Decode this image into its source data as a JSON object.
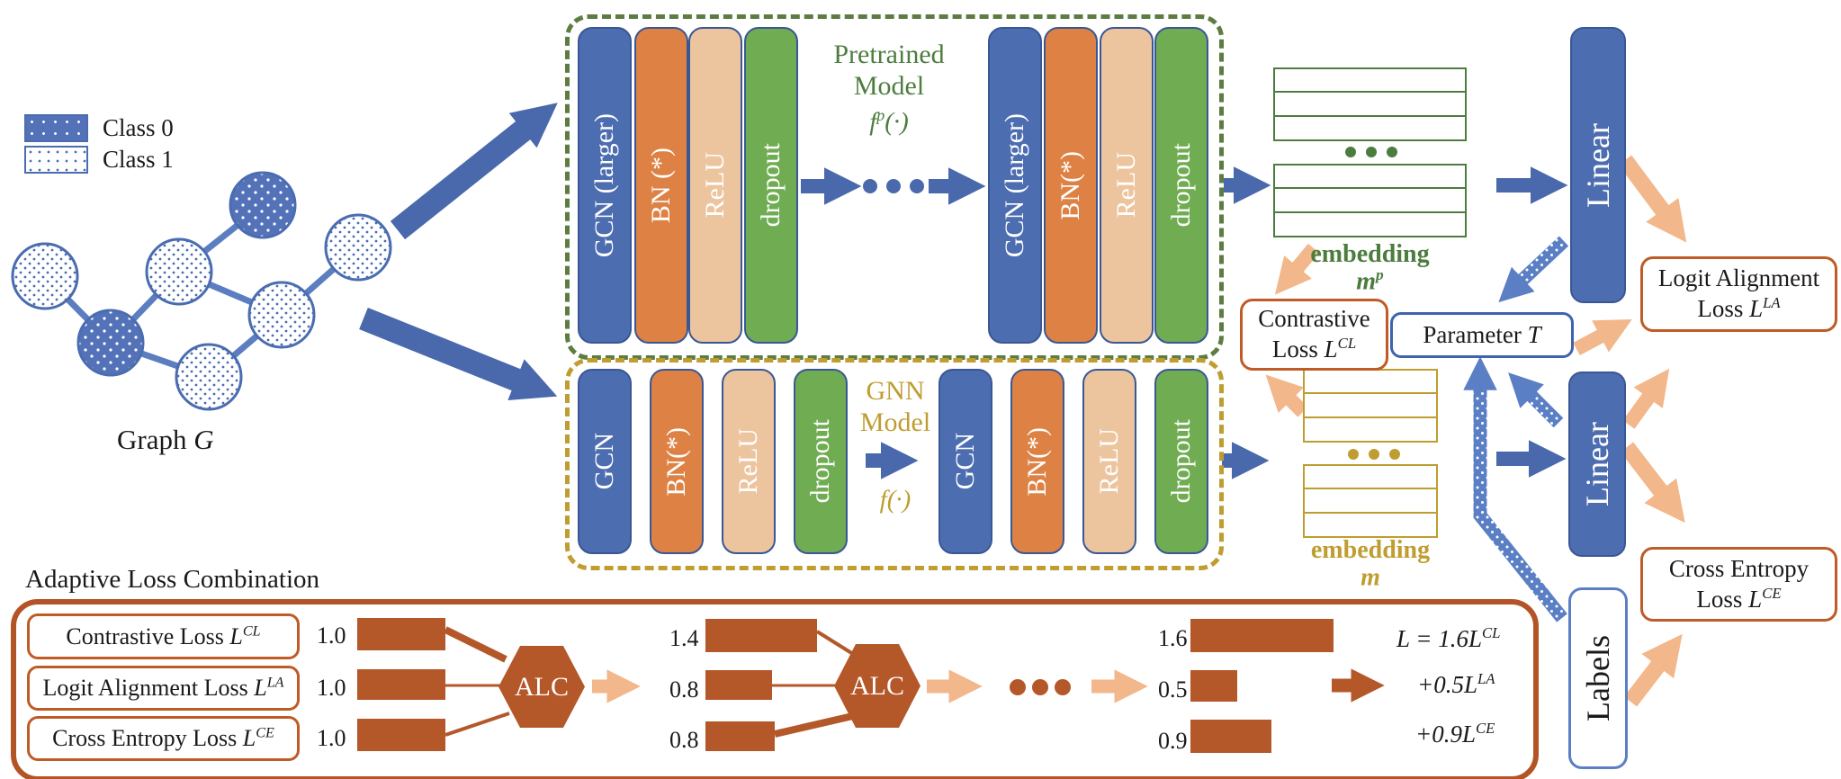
{
  "colors": {
    "blue": "#4d6db1",
    "orange": "#dd8244",
    "peach_bar": "#ecc49e",
    "green_bar": "#70ac52",
    "green_dash": "#5d7c42",
    "green_text": "#4c7d3f",
    "gold": "#bf9d30",
    "dark_orange": "#b4582a",
    "loss_border": "#bf5b25",
    "arrow_blue": "#4a69ac",
    "arrow_peach": "#f2b78a",
    "dotted_blue": "#5b7fc4"
  },
  "legend": {
    "class0": "Class 0",
    "class1": "Class 1"
  },
  "graph": {
    "label": {
      "text": "Graph",
      "var": "G"
    }
  },
  "pretrained_box": {
    "title_lines": [
      "Pretrained",
      "Model"
    ],
    "fn": {
      "f": "f",
      "sup": "p",
      "args": "(·)"
    },
    "layers1": [
      "GCN (larger)",
      "BN (*)",
      "ReLU",
      "dropout"
    ],
    "layers2": [
      "GCN (larger)",
      "BN(*)",
      "ReLU",
      "dropout"
    ]
  },
  "gnn_box": {
    "title_lines": [
      "GNN",
      "Model"
    ],
    "fn": {
      "f": "f",
      "sup": "",
      "args": "(·)"
    },
    "layers1": [
      "GCN",
      "BN(*)",
      "ReLU",
      "dropout"
    ],
    "layers2": [
      "GCN",
      "BN(*)",
      "ReLU",
      "dropout"
    ]
  },
  "embeddings": {
    "pretrained": {
      "label": "embedding",
      "var": "m",
      "sup": "p"
    },
    "gnn": {
      "label": "embedding",
      "var": "m",
      "sup": ""
    }
  },
  "boxes": {
    "contrastive": {
      "line1": "Contrastive",
      "line2": "Loss",
      "var": "L",
      "sup": "CL"
    },
    "parameter": {
      "text": "Parameter",
      "var": "T"
    },
    "logit": {
      "line1": "Logit Alignment",
      "line2": "Loss",
      "var": "L",
      "sup": "LA"
    },
    "cross": {
      "line1": "Cross Entropy",
      "line2": "Loss",
      "var": "L",
      "sup": "CE"
    },
    "linear1": "Linear",
    "linear2": "Linear",
    "labels": "Labels"
  },
  "alc": {
    "title": "Adaptive Loss Combination",
    "hex_label": "ALC",
    "rows": [
      {
        "label": "Contrastive Loss",
        "var": "L",
        "sup": "CL",
        "w0": "1.0",
        "w1": "1.4",
        "w2": "1.6"
      },
      {
        "label": "Logit Alignment Loss",
        "var": "L",
        "sup": "LA",
        "w0": "1.0",
        "w1": "0.8",
        "w2": "0.5"
      },
      {
        "label": "Cross Entropy Loss",
        "var": "L",
        "sup": "CE",
        "w0": "1.0",
        "w1": "0.8",
        "w2": "0.9"
      }
    ],
    "formula": [
      {
        "pre": "L = 1.6L",
        "sup": "CL"
      },
      {
        "pre": "+0.5L",
        "sup": "LA"
      },
      {
        "pre": "+0.9L",
        "sup": "CE"
      }
    ]
  }
}
